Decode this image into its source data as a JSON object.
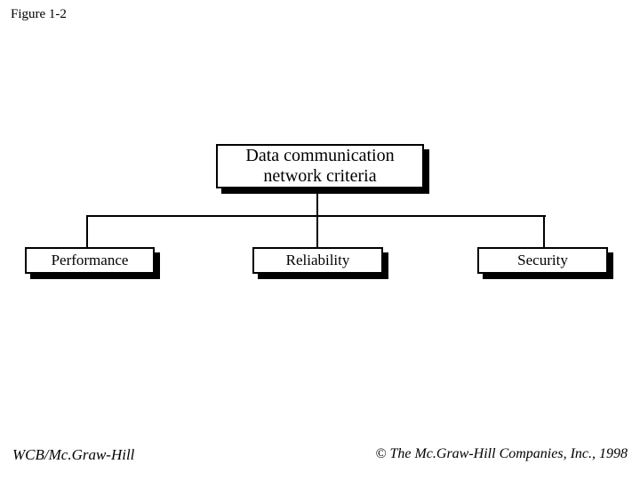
{
  "figure_label": "Figure 1-2",
  "diagram": {
    "type": "hierarchy",
    "root": {
      "label": "Data communication network criteria"
    },
    "children": [
      {
        "label": "Performance"
      },
      {
        "label": "Reliability"
      },
      {
        "label": "Security"
      }
    ]
  },
  "footer": {
    "publisher": "WCB/Mc.Graw-Hill",
    "copyright": "© The Mc.Graw-Hill Companies, Inc., 1998"
  },
  "colors": {
    "background": "#ffffff",
    "box_fill": "#ffffff",
    "box_border": "#000000",
    "box_shadow": "#000000",
    "connector": "#000000",
    "text": "#000000"
  }
}
